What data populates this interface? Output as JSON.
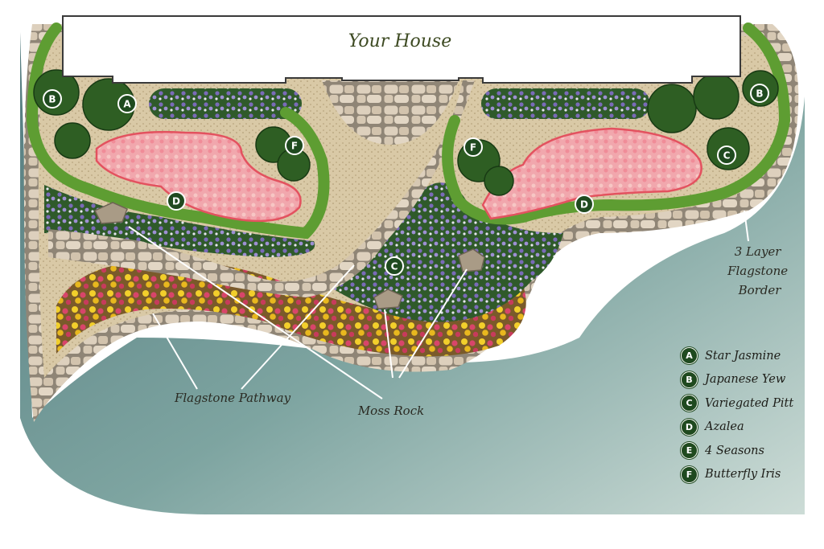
{
  "house_label": "Your House",
  "callouts": {
    "flagstone_border": [
      "3 Layer",
      "Flagstone",
      "Border"
    ],
    "flagstone_pathway": "Flagstone Pathway",
    "moss_rock": "Moss Rock"
  },
  "map_markers": [
    {
      "code": "A",
      "plant": "Star Jasmine"
    },
    {
      "code": "B",
      "plant": "Japanese Yew"
    },
    {
      "code": "B",
      "plant": "Japanese Yew"
    },
    {
      "code": "F",
      "plant": "Butterfly Iris"
    },
    {
      "code": "F",
      "plant": "Butterfly Iris"
    },
    {
      "code": "D",
      "plant": "Azalea"
    },
    {
      "code": "D",
      "plant": "Azalea"
    },
    {
      "code": "C",
      "plant": "Variegated Pitt"
    },
    {
      "code": "C",
      "plant": "Variegated Pitt"
    }
  ],
  "legend": [
    {
      "code": "A",
      "label": "Star Jasmine"
    },
    {
      "code": "B",
      "label": "Japanese Yew"
    },
    {
      "code": "C",
      "label": "Variegated Pitt"
    },
    {
      "code": "D",
      "label": "Azalea"
    },
    {
      "code": "E",
      "label": "4 Seasons"
    },
    {
      "code": "F",
      "label": "Butterfly Iris"
    }
  ],
  "colors": {
    "lawn": "#5f8c8a",
    "hedge": "#6fae3a",
    "azalea": "#f3a9ae",
    "flagstone": "#d8c9b4",
    "badge": "#1f4a1f"
  }
}
